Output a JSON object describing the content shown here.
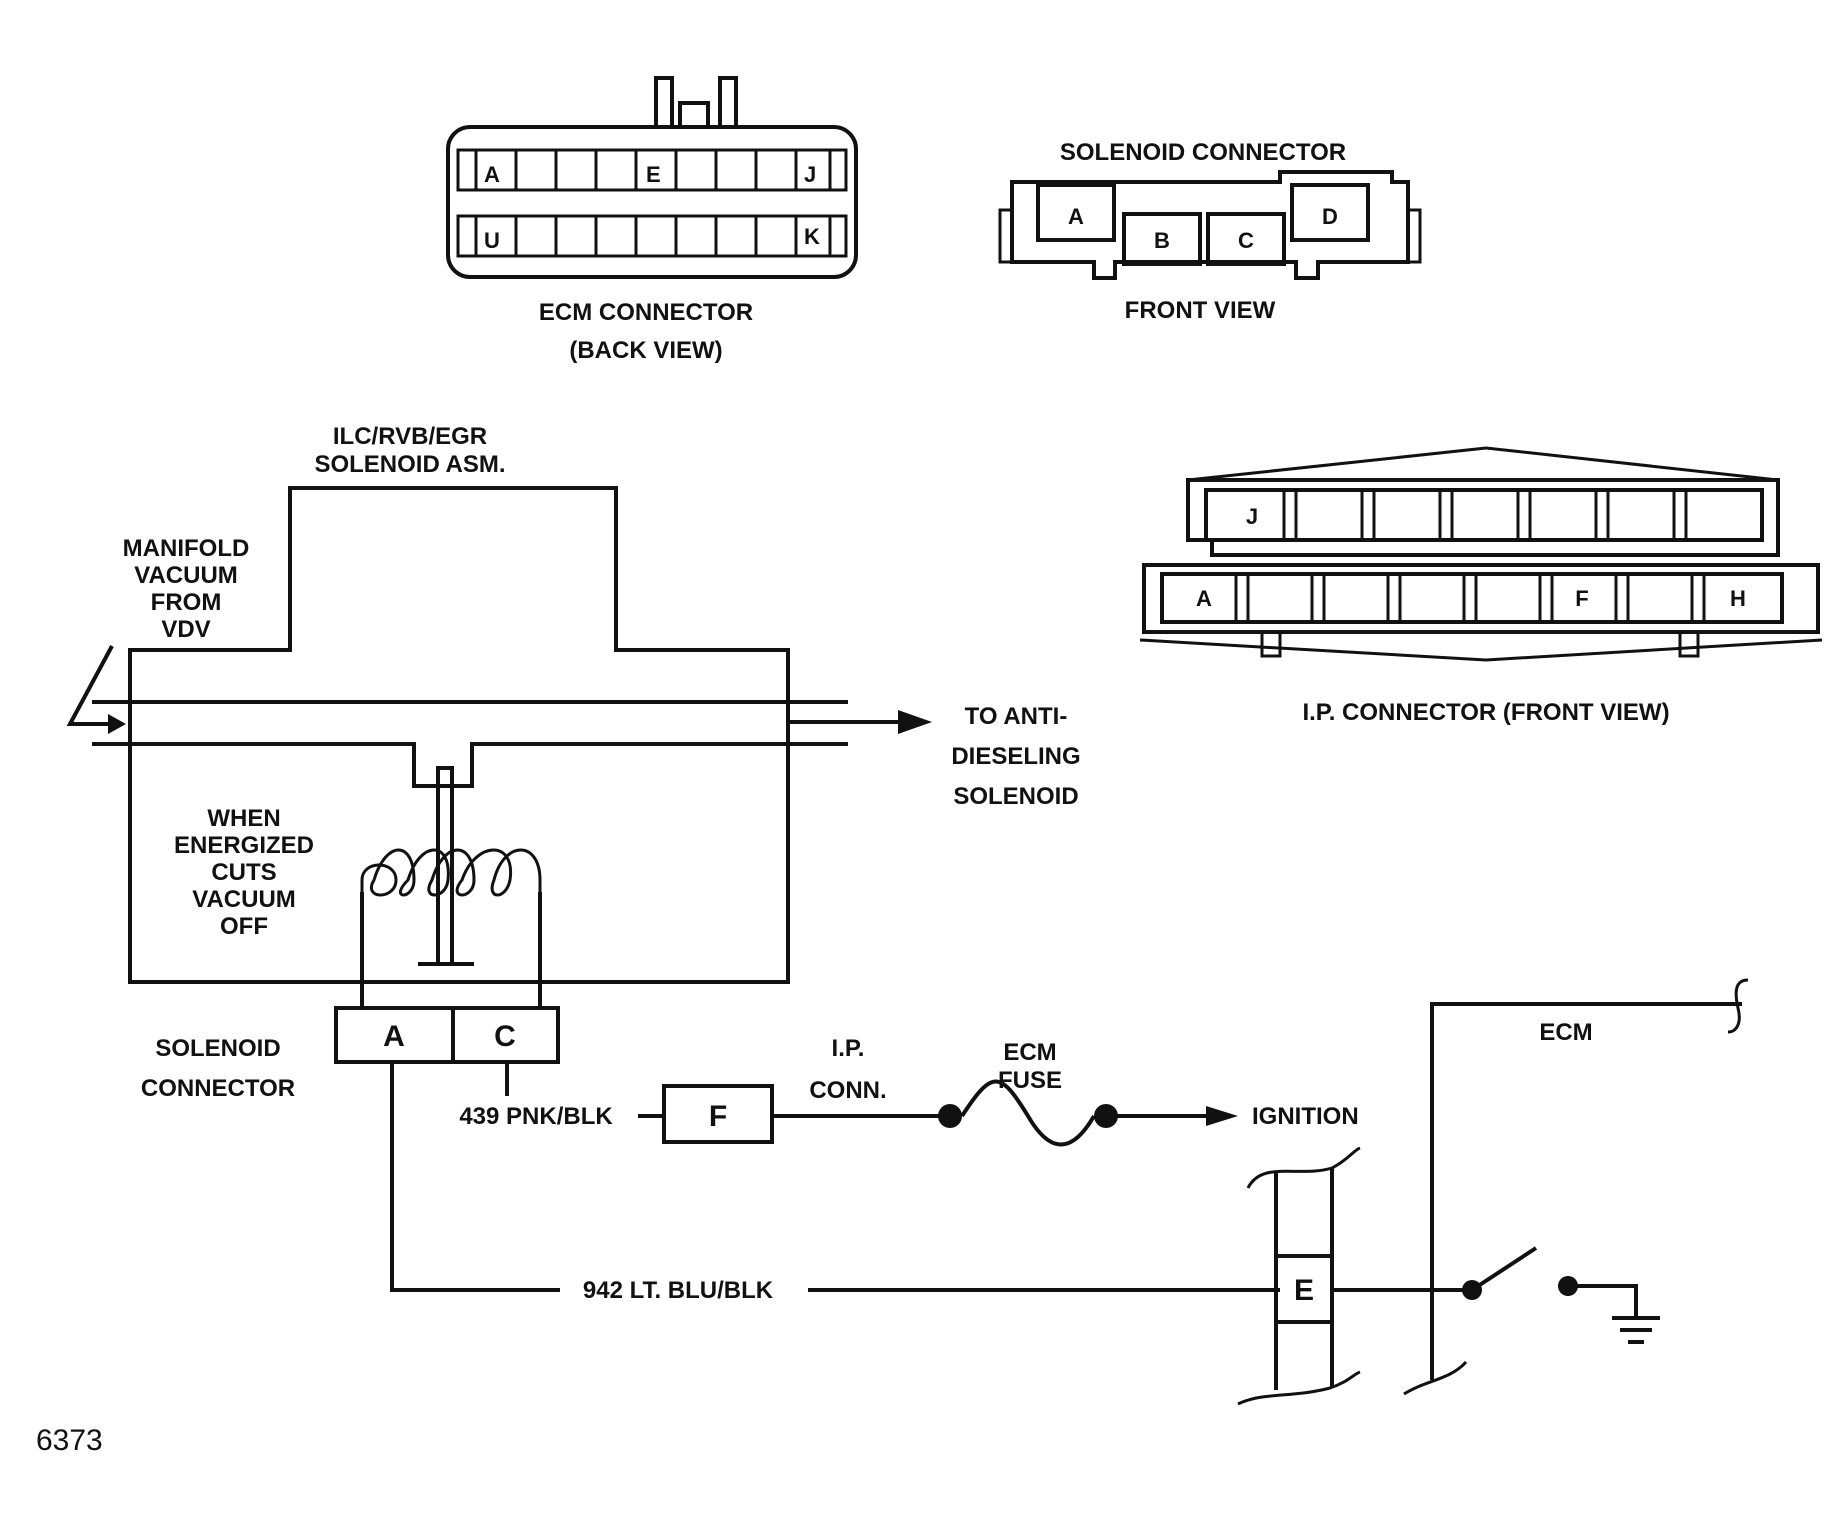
{
  "ecm_connector": {
    "label": "ECM CONNECTOR",
    "sublabel": "(BACK VIEW)",
    "top_row_pins": [
      "A",
      "E",
      "J"
    ],
    "bottom_row_pins": [
      "U",
      "K"
    ]
  },
  "solenoid_connector_view": {
    "title": "SOLENOID CONNECTOR",
    "sublabel": "FRONT VIEW",
    "pins": [
      "A",
      "B",
      "C",
      "D"
    ]
  },
  "ip_connector": {
    "label": "I.P. CONNECTOR (FRONT VIEW)",
    "top_row_pins": [
      "J"
    ],
    "bottom_row_pins": [
      "A",
      "F",
      "H"
    ]
  },
  "solenoid_assembly": {
    "title_line1": "ILC/RVB/EGR",
    "title_line2": "SOLENOID ASM.",
    "vacuum_label": [
      "MANIFOLD",
      "VACUUM",
      "FROM",
      "VDV"
    ],
    "energized_label": [
      "WHEN",
      "ENERGIZED",
      "CUTS",
      "VACUUM",
      "OFF"
    ],
    "outlet_label": [
      "TO ANTI-",
      "DIESELING",
      "SOLENOID"
    ]
  },
  "wiring": {
    "solenoid_connector_label": [
      "SOLENOID",
      "CONNECTOR"
    ],
    "solenoid_pin_a": "A",
    "solenoid_pin_c": "C",
    "wire_439": "439 PNK/BLK",
    "ip_pin_f": "F",
    "ip_conn_label": [
      "I.P.",
      "CONN."
    ],
    "fuse_label": [
      "ECM",
      "FUSE"
    ],
    "ignition_label": "IGNITION",
    "wire_942": "942 LT. BLU/BLK",
    "ecm_pin_e": "E",
    "ecm_label": "ECM"
  },
  "figure_number": "6373"
}
